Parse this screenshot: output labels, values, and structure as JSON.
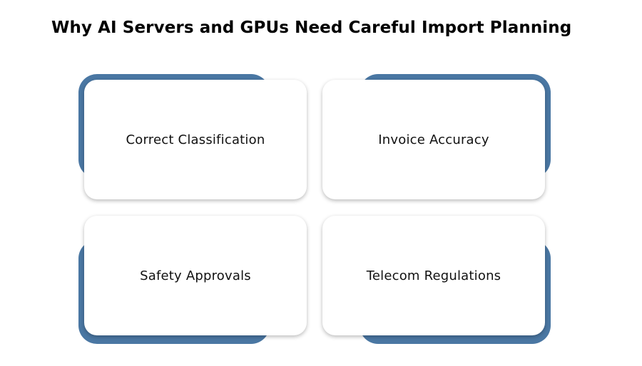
{
  "title": "Why AI Servers and GPUs Need Careful Import Planning",
  "colors": {
    "accent": "#4a77a3",
    "card": "#ffffff",
    "text": "#111111"
  },
  "cards": [
    {
      "label": "Correct Classification"
    },
    {
      "label": "Invoice Accuracy"
    },
    {
      "label": "Safety Approvals"
    },
    {
      "label": "Telecom Regulations"
    }
  ]
}
